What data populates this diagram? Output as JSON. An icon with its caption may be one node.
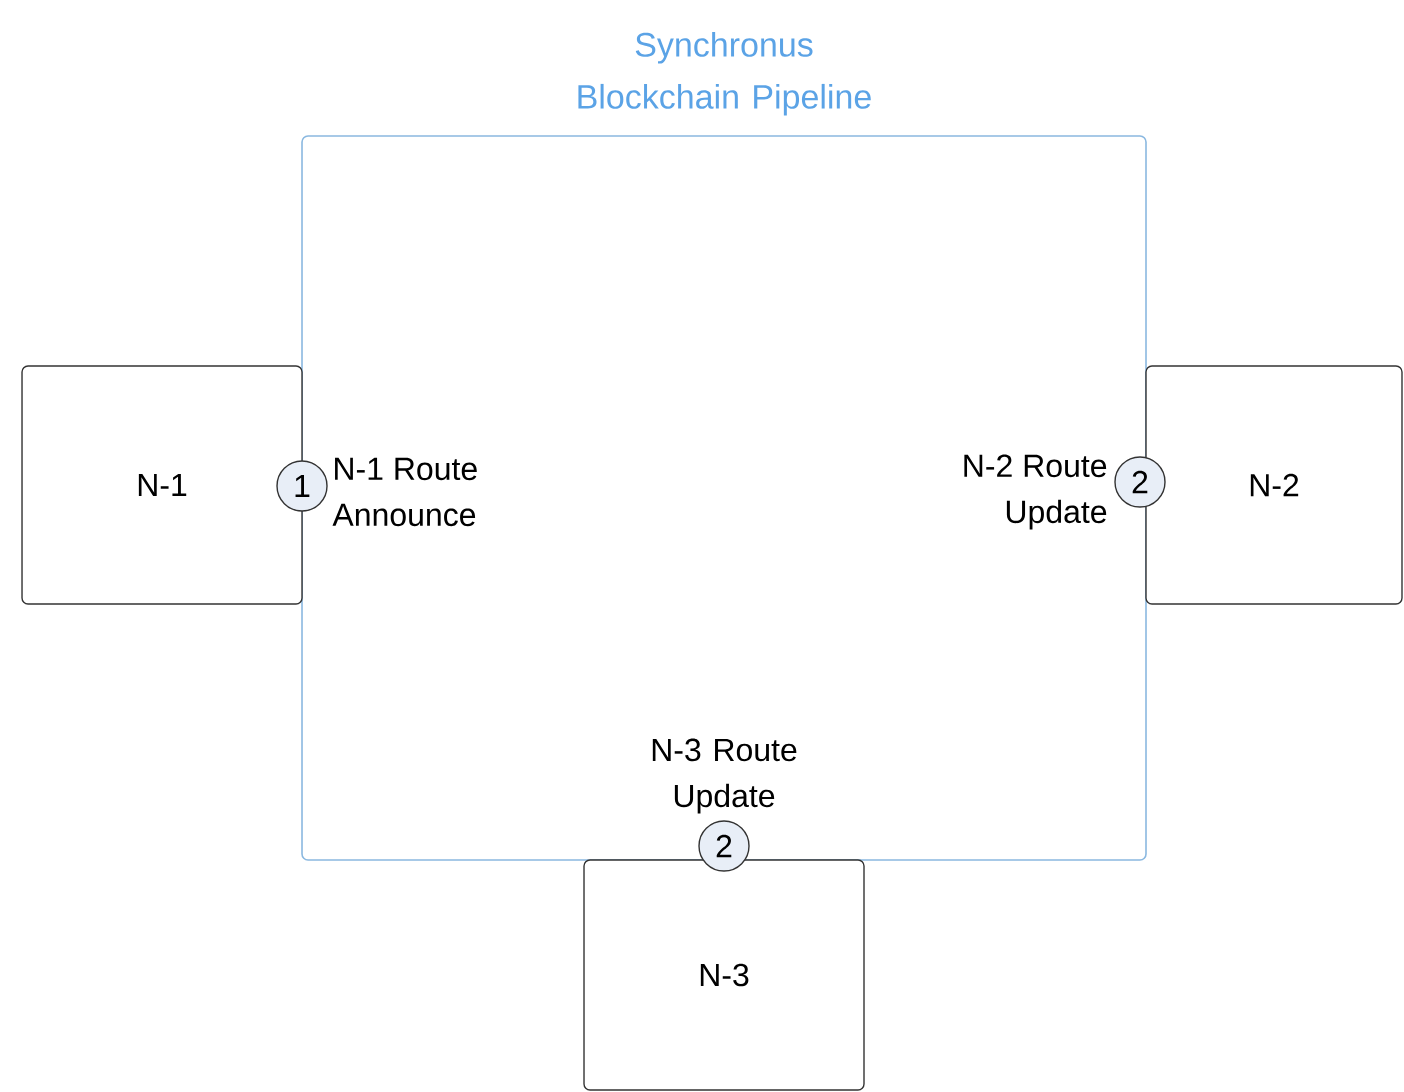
{
  "diagram": {
    "nodes": [
      {
        "text": [
          "Synchronus Blockchain Pipeline"
        ]
      },
      {
        "text": [
          "N-1"
        ]
      },
      {
        "text": [
          "1"
        ],
        "beside": [
          "N-1 Route Announce"
        ]
      },
      {
        "text": [
          "2"
        ],
        "beside": [
          "N-2 Route Update"
        ]
      },
      {
        "text": [
          "N-2"
        ]
      },
      {
        "text": [
          "2"
        ],
        "beside": [
          "N-3 Route Update"
        ]
      },
      {
        "text": [
          "N-3"
        ]
      }
    ]
  }
}
